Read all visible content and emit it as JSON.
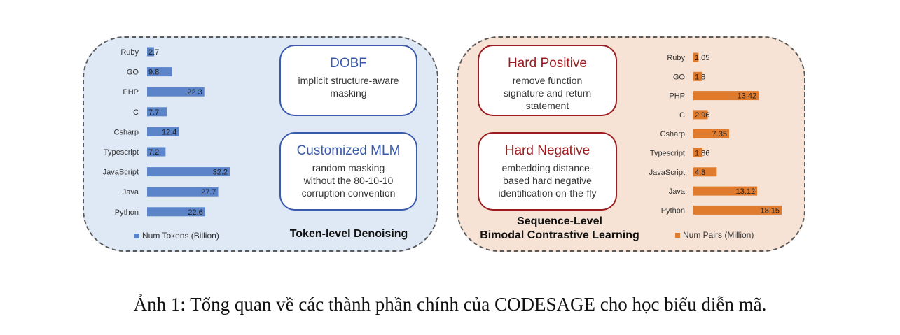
{
  "caption": "Ảnh 1: Tổng quan về các thành phần chính của CODESAGE cho học biểu diễn mã.",
  "left_panel": {
    "boxes": [
      {
        "title": "DOBF",
        "body": [
          "implicit structure-aware",
          "masking"
        ]
      },
      {
        "title": "Customized MLM",
        "body": [
          "random masking",
          "without the 80-10-10",
          "corruption convention"
        ]
      }
    ],
    "section_title": "Token-level Denoising",
    "colors": {
      "bar": "#5b84c9",
      "box_border": "#3a5bab",
      "panel": "#dfe8f5"
    }
  },
  "right_panel": {
    "boxes": [
      {
        "title": "Hard Positive",
        "body": [
          "remove function",
          "signature and return",
          "statement"
        ]
      },
      {
        "title": "Hard Negative",
        "body": [
          "embedding distance-",
          "based hard negative",
          "identification on-the-fly"
        ]
      }
    ],
    "section_title": [
      "Sequence-Level",
      "Bimodal Contrastive Learning"
    ],
    "colors": {
      "bar": "#e07b2e",
      "box_border": "#9b1c1f",
      "panel": "#f6e3d5"
    }
  },
  "chart_data": [
    {
      "type": "bar",
      "orientation": "horizontal",
      "categories": [
        "Ruby",
        "GO",
        "PHP",
        "C",
        "Csharp",
        "Typescript",
        "JavaScript",
        "Java",
        "Python"
      ],
      "series": [
        {
          "name": "Num Tokens (Billion)",
          "values": [
            2.7,
            9.8,
            22.3,
            7.7,
            12.4,
            7.2,
            32.2,
            27.7,
            22.6
          ]
        }
      ],
      "data_labels": [
        "2.7",
        "9.8",
        "22.3",
        "7.7",
        "12.4",
        "7.2",
        "32.2",
        "27.7",
        "22.6"
      ],
      "legend": "bottom"
    },
    {
      "type": "bar",
      "orientation": "horizontal",
      "categories": [
        "Ruby",
        "GO",
        "PHP",
        "C",
        "Csharp",
        "Typescript",
        "JavaScript",
        "Java",
        "Python"
      ],
      "series": [
        {
          "name": "Num Pairs (Million)",
          "values": [
            1.05,
            1.8,
            13.42,
            2.96,
            7.35,
            1.86,
            4.8,
            13.12,
            18.15
          ]
        }
      ],
      "data_labels": [
        "1.05",
        "1.8",
        "13.42",
        "2.96",
        "7.35",
        "1.86",
        "4.8",
        "13.12",
        "18.15"
      ],
      "legend": "bottom"
    }
  ]
}
